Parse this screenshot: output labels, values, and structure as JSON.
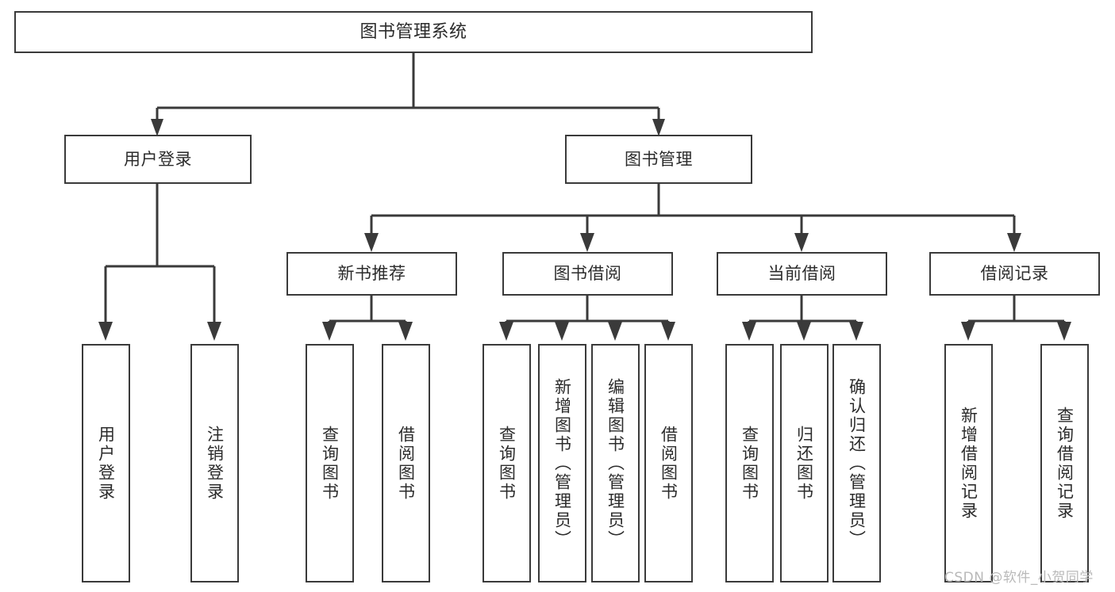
{
  "diagram": {
    "title": "图书管理系统",
    "style": {
      "background": "#ffffff",
      "stroke": "#3a3a3a",
      "text": "#2b2b2b",
      "watermark_color": "#b9b9b9"
    },
    "levels": {
      "root": {
        "label": "图书管理系统"
      },
      "level2": [
        {
          "label": "用户登录"
        },
        {
          "label": "图书管理"
        }
      ],
      "level3": [
        {
          "label": "新书推荐"
        },
        {
          "label": "图书借阅"
        },
        {
          "label": "当前借阅"
        },
        {
          "label": "借阅记录"
        }
      ],
      "leaves": {
        "user_login": [
          {
            "label": "用户登录"
          },
          {
            "label": "注销登录"
          }
        ],
        "new_book_recommend": [
          {
            "label": "查询图书"
          },
          {
            "label": "借阅图书"
          }
        ],
        "book_borrow": [
          {
            "label": "查询图书"
          },
          {
            "label": "新增图书（管理员）"
          },
          {
            "label": "编辑图书（管理员）"
          },
          {
            "label": "借阅图书"
          }
        ],
        "current_borrow": [
          {
            "label": "查询图书"
          },
          {
            "label": "归还图书"
          },
          {
            "label": "确认归还（管理员）"
          }
        ],
        "borrow_record": [
          {
            "label": "新增借阅记录"
          },
          {
            "label": "查询借阅记录"
          }
        ]
      }
    }
  },
  "watermark": {
    "text": "CSDN @软件_小贺同学"
  }
}
